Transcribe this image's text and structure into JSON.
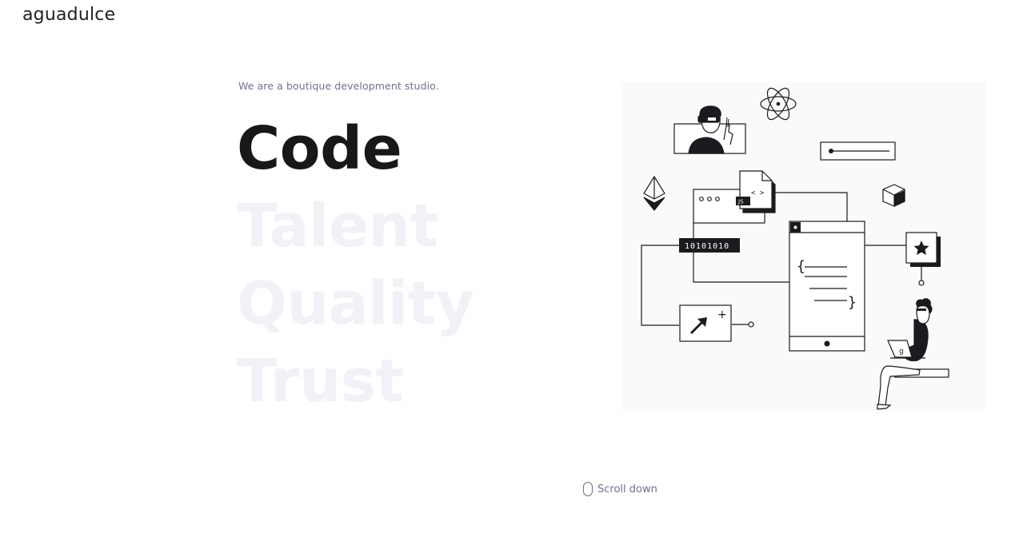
{
  "header": {
    "logo_text": "aguadulce"
  },
  "hero": {
    "tagline": "We are a boutique development studio.",
    "words": [
      "Code",
      "Talent",
      "Quality",
      "Trust"
    ],
    "active_word_index": 0
  },
  "illustration": {
    "binary_label": "10101010",
    "file_label": "JS",
    "laptop_label": "g",
    "code_glyph": "< >",
    "brace_open": "{",
    "brace_close": "}",
    "plus_glyph": "+",
    "dots": "ooo"
  },
  "scroll_hint": {
    "label": "Scroll down",
    "icon": "mouse-icon"
  },
  "colors": {
    "text_dark": "#18181a",
    "text_muted": "#6c7191",
    "inactive_word": "#f1f1f8",
    "illustration_bg": "#fafafa",
    "line": "#1b1b1f"
  }
}
